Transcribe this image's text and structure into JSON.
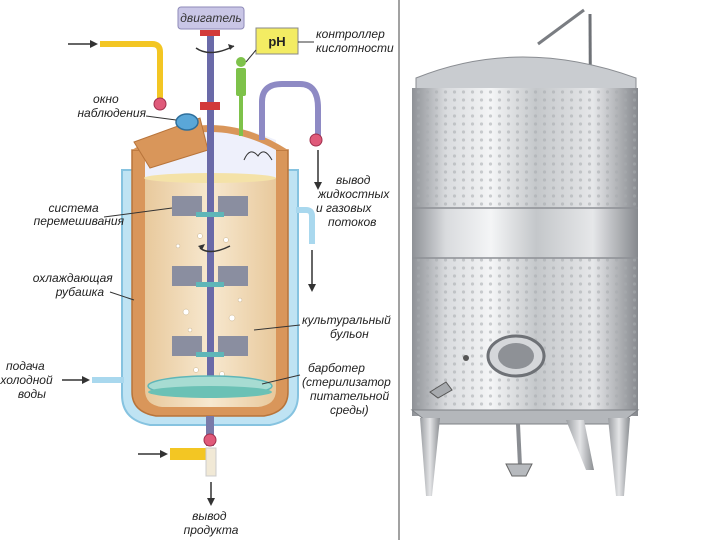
{
  "diagram": {
    "labels": {
      "motor": "двигатель",
      "ph": "pH",
      "acidity_controller_1": "контроллер",
      "acidity_controller_2": "кислотности",
      "window_1": "окно",
      "window_2": "наблюдения",
      "mixing_1": "система",
      "mixing_2": "перемешивания",
      "jacket_1": "охлаждающая",
      "jacket_2": "рубашка",
      "cold_water_1": "подача",
      "cold_water_2": "холодной",
      "cold_water_3": "воды",
      "gas_out_1": "вывод",
      "gas_out_2": "жидкостных",
      "gas_out_3": "и газовых",
      "gas_out_4": "потоков",
      "broth_1": "культуральный",
      "broth_2": "бульон",
      "sparger_1": "барботер",
      "sparger_2": "(стерилизатор",
      "sparger_3": "питательной",
      "sparger_4": "среды)",
      "product_1": "вывод",
      "product_2": "продукта"
    }
  },
  "photo": {
    "subject": "stainless-steel-fermentation-tank"
  },
  "colors": {
    "shaft": "#6a6aa8",
    "jacket": "#d9965a",
    "broth": "#f3dfbf",
    "water": "#a9d8ee",
    "inlet": "#f3c623",
    "steel": "#c7c9cc"
  }
}
